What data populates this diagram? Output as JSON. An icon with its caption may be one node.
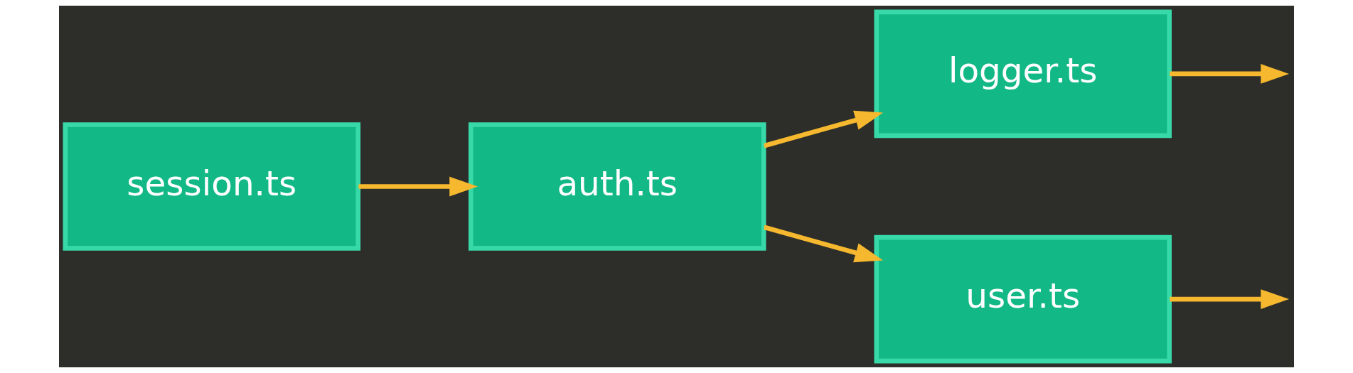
{
  "diagram": {
    "nodes": [
      {
        "text": [
          "session.ts"
        ]
      },
      {
        "text": [
          "auth.ts"
        ]
      },
      {
        "text": [
          "logger.ts"
        ]
      },
      {
        "text": [
          "user.ts"
        ]
      }
    ],
    "edges": [
      {
        "from": 0,
        "to": 1,
        "arrow": "to"
      },
      {
        "from": 1,
        "to": 2,
        "arrow": "to"
      },
      {
        "from": 1,
        "to": 3,
        "arrow": "to"
      },
      {
        "from": 2,
        "to": null,
        "arrow": "to"
      },
      {
        "from": 3,
        "to": null,
        "arrow": "to"
      }
    ]
  }
}
